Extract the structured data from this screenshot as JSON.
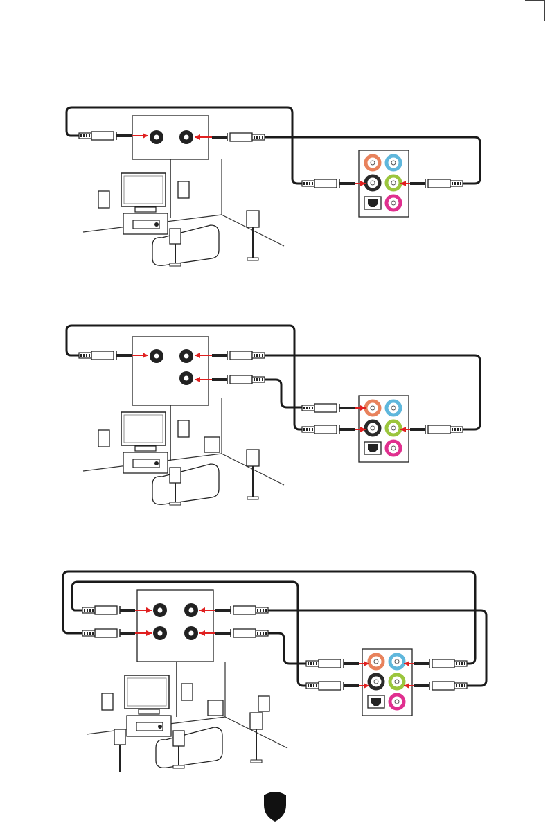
{
  "page": {
    "crop_mark_color": "#000000",
    "logo": "shield-logo"
  },
  "colors": {
    "jack_orange": "#e8825c",
    "jack_blue": "#5fb7dc",
    "jack_black": "#2a2a2a",
    "jack_green": "#9bc53d",
    "jack_pink": "#e0308f",
    "arrow_red": "#e02020",
    "cable": "#1a1a1a"
  },
  "diagrams": [
    {
      "id": "setup-2-1",
      "speaker_jacks": 2,
      "panel_connected": [
        "black",
        "green"
      ]
    },
    {
      "id": "setup-4-1",
      "speaker_jacks": 3,
      "panel_connected": [
        "orange",
        "black",
        "green"
      ]
    },
    {
      "id": "setup-7-1",
      "speaker_jacks": 4,
      "panel_connected": [
        "orange",
        "blue",
        "black",
        "green"
      ]
    }
  ]
}
